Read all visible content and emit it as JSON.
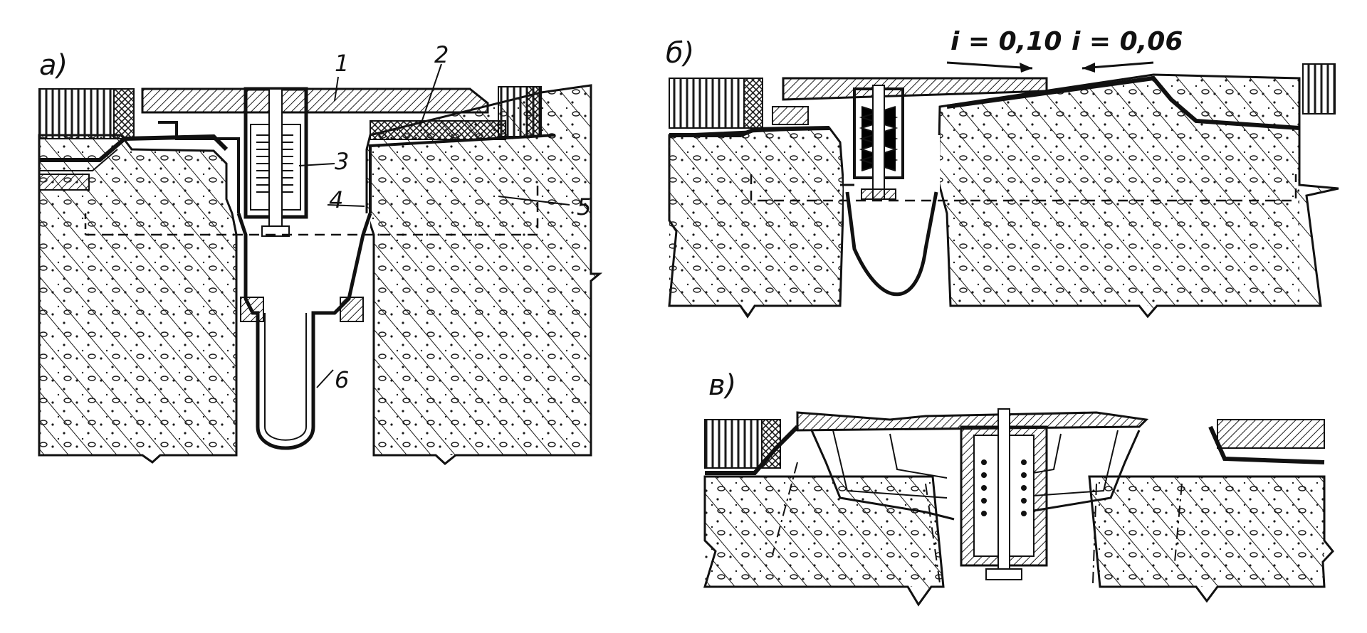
{
  "figure": {
    "panels": [
      {
        "id": "a",
        "label": "а)"
      },
      {
        "id": "b",
        "label": "б)"
      },
      {
        "id": "v",
        "label": "в)"
      }
    ],
    "callouts": [
      "1",
      "2",
      "3",
      "4",
      "5",
      "6"
    ],
    "slopes": [
      "i = 0,10",
      "i = 0,06"
    ]
  }
}
